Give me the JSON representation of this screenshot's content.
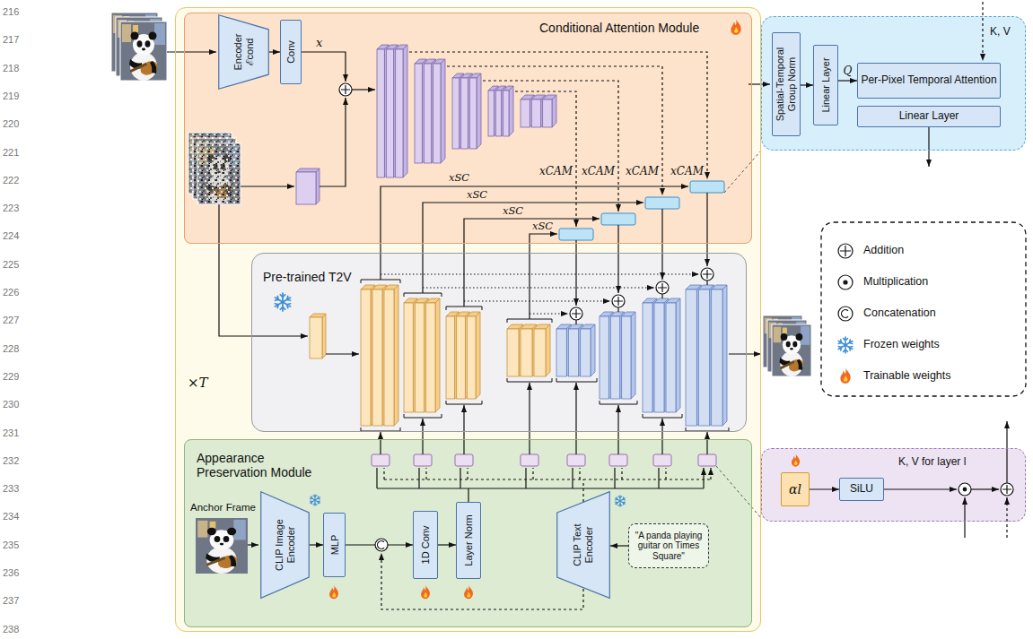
{
  "diagram": {
    "nodes": [
      {
        "text": [
          "×T"
        ]
      },
      {
        "text": [
          "Conditional Attention Module"
        ],
        "in": 0
      },
      {
        "text": [
          "Encoder",
          "ℰcond"
        ],
        "in": 1
      },
      {
        "text": [
          "Conv"
        ],
        "in": 1
      },
      {
        "text": [
          "Pre-trained T2V"
        ],
        "in": 0
      },
      {
        "text": [
          "Appearance Preservation Module"
        ],
        "in": 0
      },
      {
        "text": [
          "CLIP Image Encoder"
        ],
        "in": 5
      },
      {
        "text": [
          "MLP"
        ],
        "in": 5
      },
      {
        "text": [
          "1D Conv"
        ],
        "in": 5
      },
      {
        "text": [
          "Layer Norm"
        ],
        "in": 5
      },
      {
        "text": [
          "CLIP Text Encoder"
        ],
        "in": 5
      },
      {
        "text": [
          "\"A panda playing guitar on Times Square\""
        ],
        "in": 5
      },
      {
        "text": [
          "K, V"
        ]
      },
      {
        "text": [
          "Spatial-Temporal Group Norm"
        ],
        "in": 12
      },
      {
        "text": [
          "Linear Layer"
        ],
        "in": 12
      },
      {
        "text": [
          "Per-Pixel Temporal Attention"
        ],
        "in": 12
      },
      {
        "text": [
          "Linear Layer"
        ],
        "in": 12
      },
      {
        "text": [
          "K, V for layer l"
        ]
      },
      {
        "text": [
          "αl"
        ],
        "in": 17
      },
      {
        "text": [
          "SiLU"
        ],
        "in": 17
      }
    ],
    "edges": [
      {
        "from": 2,
        "to": 3,
        "arrow": "to"
      },
      {
        "from": 6,
        "to": 7,
        "arrow": "to"
      },
      {
        "from": 7,
        "to": 8,
        "arrow": "to"
      },
      {
        "from": 8,
        "to": 9,
        "arrow": "to"
      },
      {
        "from": 11,
        "to": 10,
        "arrow": "to"
      },
      {
        "from": 13,
        "to": 14,
        "arrow": "to"
      },
      {
        "from": 14,
        "to": 15,
        "label": "Q",
        "arrow": "to"
      },
      {
        "from": 18,
        "to": 19,
        "arrow": "to"
      }
    ],
    "labels": [
      "216",
      "217",
      "218",
      "219",
      "220",
      "221",
      "222",
      "223",
      "224",
      "225",
      "226",
      "227",
      "228",
      "229",
      "230",
      "231",
      "232",
      "233",
      "234",
      "235",
      "236",
      "237",
      "238",
      "x",
      "xCAM",
      "xCAM",
      "xCAM",
      "xCAM",
      "xSC",
      "xSC",
      "xSC",
      "xSC",
      "Anchor Frame"
    ],
    "legend": [
      {
        "text": "Addition"
      },
      {
        "text": "Multiplication"
      },
      {
        "text": "Concatenation"
      },
      {
        "text": "Frozen weights"
      },
      {
        "text": "Trainable weights"
      }
    ]
  }
}
